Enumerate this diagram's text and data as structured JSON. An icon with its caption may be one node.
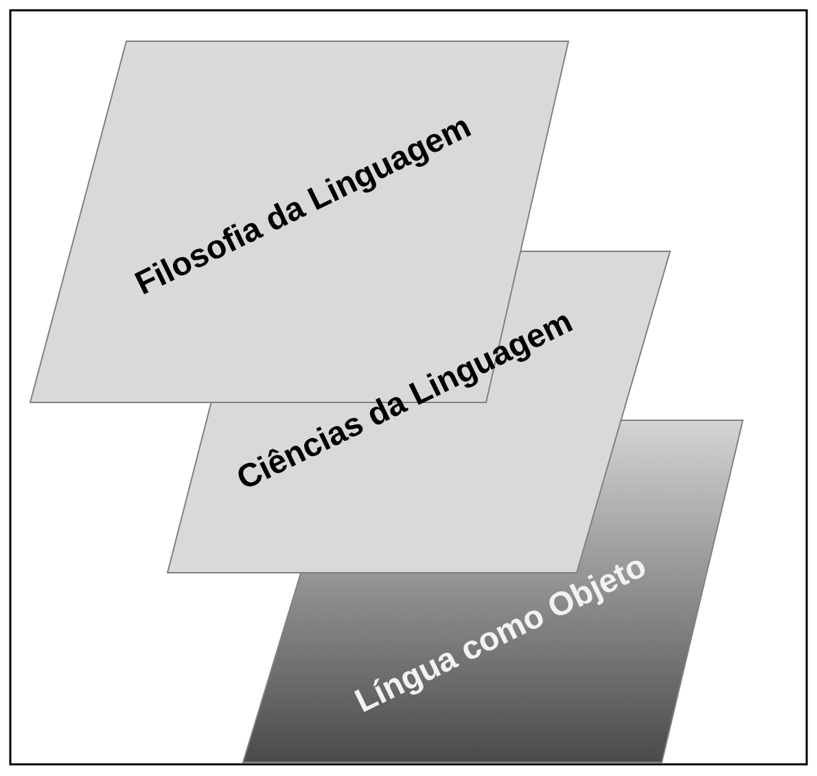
{
  "diagram": {
    "nodes": [
      {
        "text": [
          "Filosofia da Linguagem"
        ]
      },
      {
        "text": [
          "Ciências da Linguagem"
        ]
      },
      {
        "text": [
          "Língua como Objeto"
        ]
      }
    ]
  }
}
